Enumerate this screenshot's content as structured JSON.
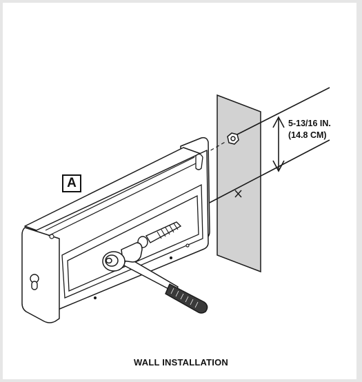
{
  "diagram": {
    "callout_label": "A",
    "dimension": {
      "imperial": "5-13/16 IN.",
      "metric": "(14.8 CM)"
    },
    "caption": "WALL INSTALLATION"
  },
  "colors": {
    "wall_fill": "#d2d2d2",
    "line": "#1a1a1a",
    "background": "#ffffff",
    "border": "#e6e6e6"
  }
}
